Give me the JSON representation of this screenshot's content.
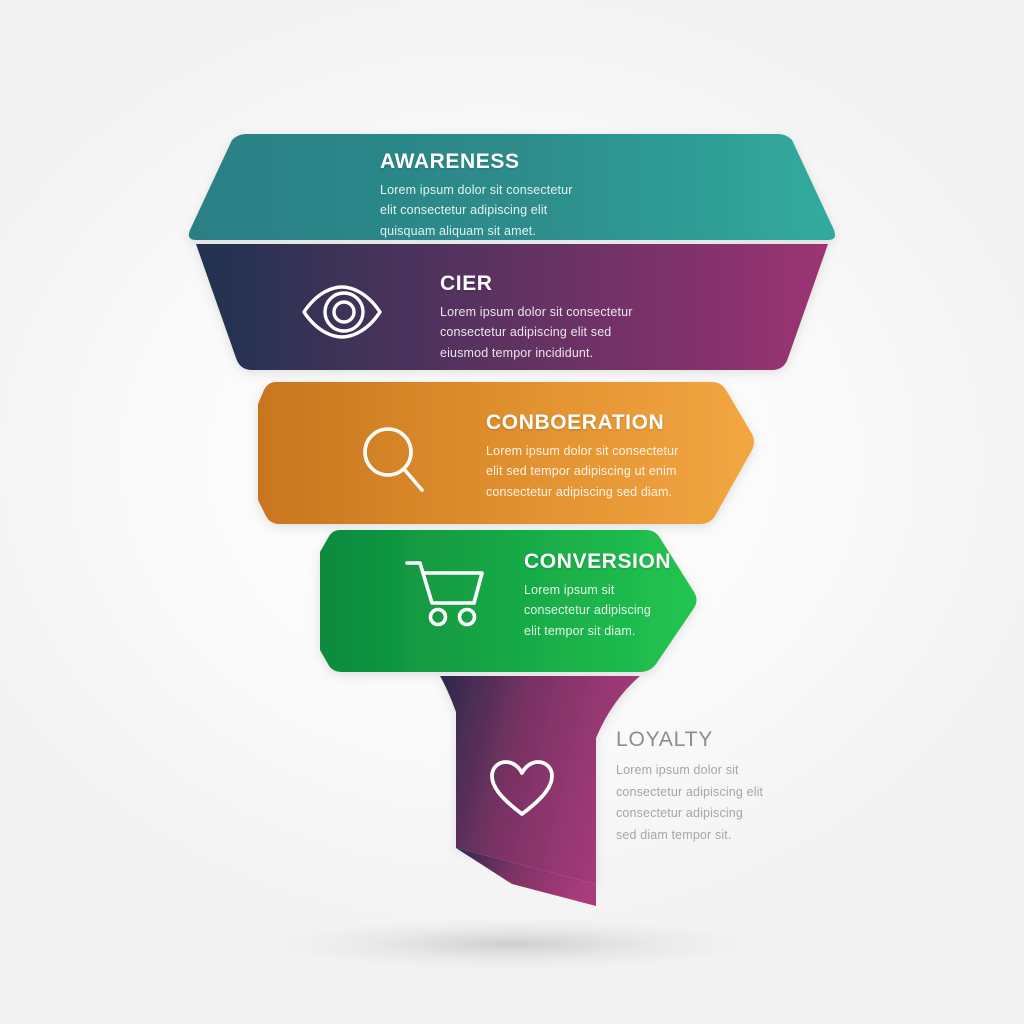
{
  "background_color": "#f7f7f7",
  "diagram": {
    "type": "marketing-funnel",
    "stages": [
      {
        "id": "awareness",
        "title": "AWARENESS",
        "icon": "none",
        "color_start": "#2b7f85",
        "color_end": "#2fa99e",
        "body_lines": [
          "Lorem ipsum dolor sit consectetur",
          "elit consectetur adipiscing elit",
          "quisquam aliquam sit amet."
        ]
      },
      {
        "id": "interest",
        "title": "CIER",
        "icon": "eye-icon",
        "color_start": "#20304f",
        "color_end": "#9c3473",
        "body_lines": [
          "Lorem ipsum dolor sit consectetur",
          "consectetur adipiscing elit sed",
          "eiusmod tempor incididunt."
        ]
      },
      {
        "id": "consideration",
        "title": "CONBOERATION",
        "icon": "search-icon",
        "color_start": "#cc7a22",
        "color_end": "#f0a33f",
        "body_lines": [
          "Lorem ipsum dolor sit consectetur",
          "elit sed tempor adipiscing ut enim",
          "consectetur adipiscing sed diam."
        ]
      },
      {
        "id": "conversion",
        "title": "CONVERSION",
        "icon": "cart-icon",
        "color_start": "#0f8a40",
        "color_end": "#22c24f",
        "body_lines": [
          "Lorem ipsum sit",
          "consectetur adipiscing",
          "elit tempor sit diam."
        ]
      },
      {
        "id": "loyalty",
        "title": "LOYALTY",
        "icon": "heart-icon",
        "color_start": "#2b2a4a",
        "color_end": "#a03a76",
        "text_color": "#a6a6a6",
        "title_color": "#8d8d8d",
        "body_lines": [
          "Lorem ipsum dolor sit",
          "consectetur adipiscing elit",
          "consectetur adipiscing",
          "sed diam tempor sit."
        ]
      }
    ]
  }
}
